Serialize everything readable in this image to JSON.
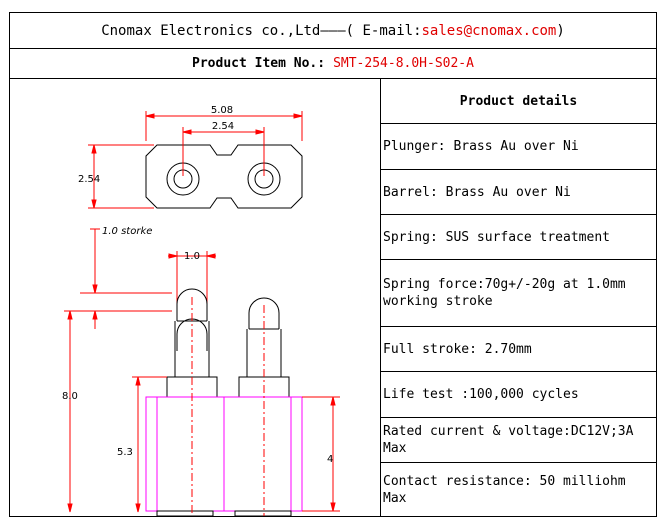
{
  "header": {
    "company": "Cnomax Electronics co.,Ltd———( E-mail: ",
    "email": "sales@cnomax.com",
    "close": ")"
  },
  "item": {
    "label": "Product Item No.: ",
    "value": "SMT-254-8.0H-S02-A"
  },
  "drawing": {
    "dim_5_08": "5.08",
    "dim_2_54_top": "2.54",
    "dim_2_54_side": "2.54",
    "stroke_label": "1.0 storke",
    "dim_1_0": "1.0",
    "dim_8_0": "8.0",
    "dim_5_3": "5.3",
    "dim_4": "4"
  },
  "details": {
    "title": "Product details",
    "rows": [
      "Plunger: Brass Au over Ni",
      "Barrel: Brass Au over Ni",
      "Spring: SUS surface treatment",
      "Spring force:70g+/-20g at 1.0mm working stroke",
      "Full stroke: 2.70mm",
      "Life test :100,000 cycles",
      "Rated current & voltage:DC12V;3A Max",
      "Contact resistance: 50 milliohm Max"
    ]
  },
  "colors": {
    "dimension": "#ff0000",
    "body_outline": "#ff00ff",
    "centerline": "#ff0000"
  }
}
